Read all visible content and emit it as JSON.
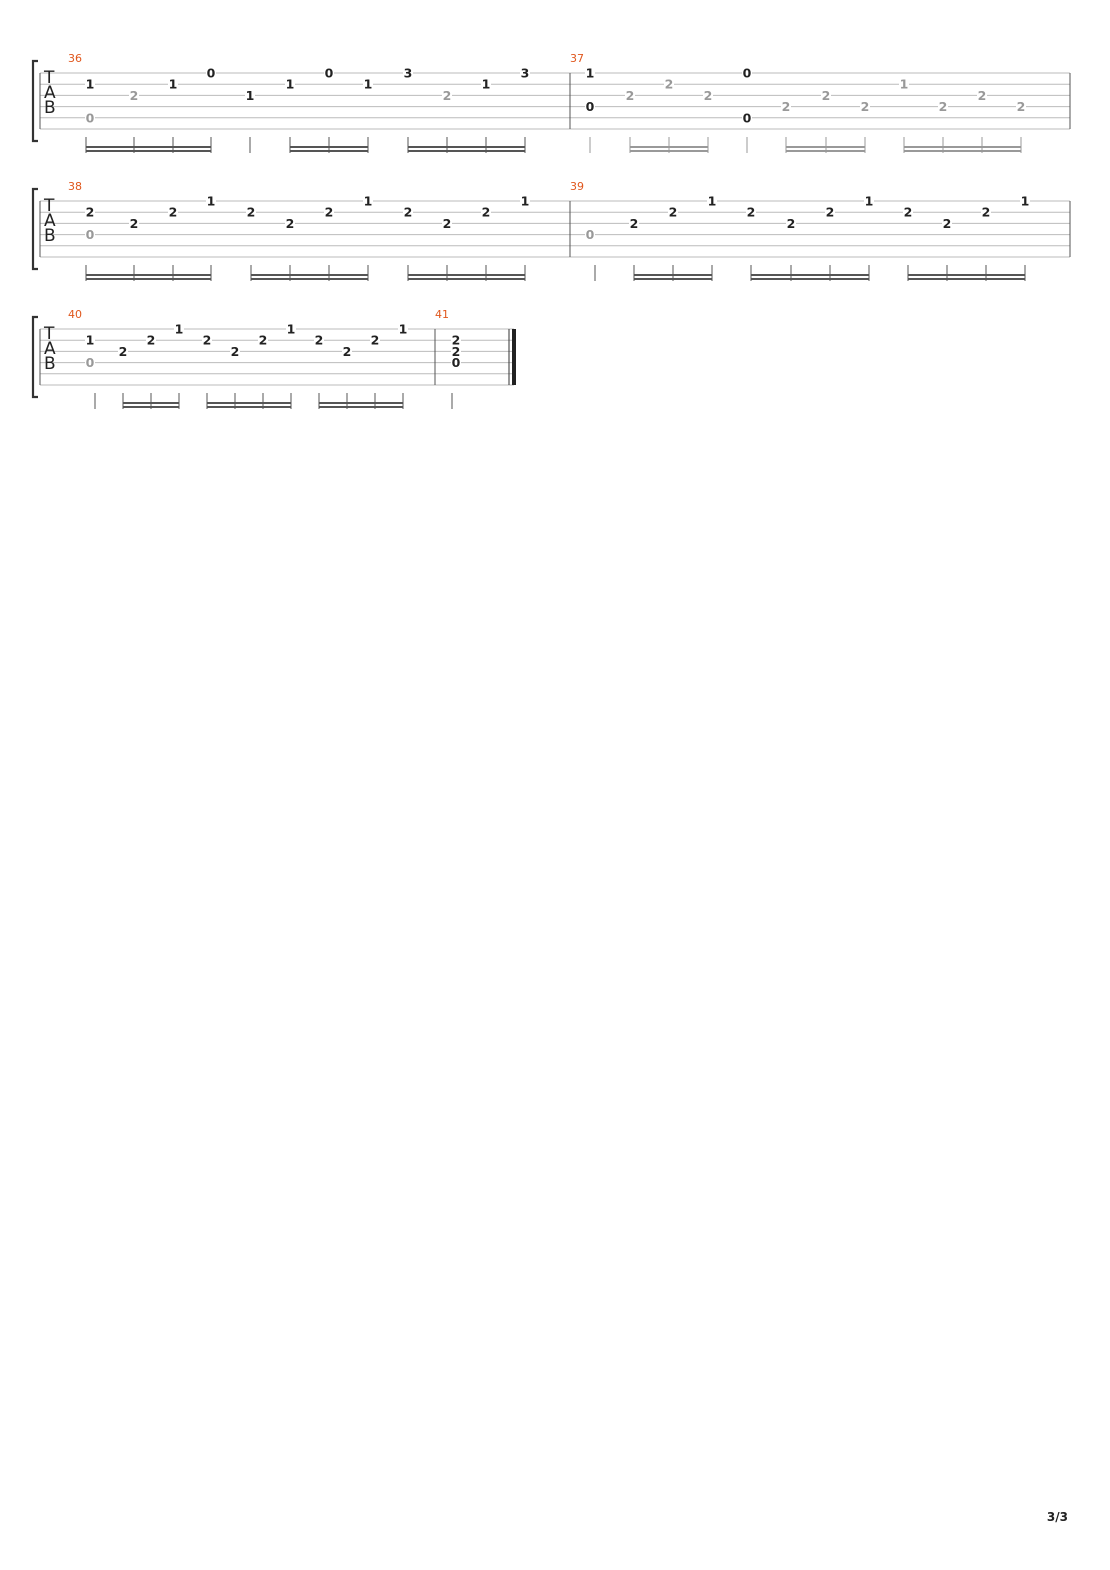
{
  "clef_letters": [
    "T",
    "A",
    "B"
  ],
  "page_number": "3/3",
  "colors": {
    "measure_number": "#e0571d",
    "note": "#222222",
    "ghost": "#999999",
    "staff_line": "#bbbbbb"
  },
  "measures": [
    {
      "number": "36",
      "notes": [
        {
          "fret": "1",
          "string": 2
        },
        {
          "fret": "0",
          "string": 5,
          "ghost": true
        },
        {
          "fret": "2",
          "string": 3,
          "ghost": true
        },
        {
          "fret": "1",
          "string": 2
        },
        {
          "fret": "0",
          "string": 1
        },
        {
          "fret": "1",
          "string": 3
        },
        {
          "fret": "1",
          "string": 2
        },
        {
          "fret": "0",
          "string": 1
        },
        {
          "fret": "1",
          "string": 2
        },
        {
          "fret": "3",
          "string": 1
        },
        {
          "fret": "2",
          "string": 3,
          "ghost": true
        },
        {
          "fret": "1",
          "string": 2
        },
        {
          "fret": "3",
          "string": 1
        }
      ]
    },
    {
      "number": "37",
      "notes": [
        {
          "fret": "1",
          "string": 1
        },
        {
          "fret": "0",
          "string": 4
        },
        {
          "fret": "2",
          "string": 3,
          "ghost": true
        },
        {
          "fret": "2",
          "string": 2,
          "ghost": true
        },
        {
          "fret": "2",
          "string": 3,
          "ghost": true
        },
        {
          "fret": "0",
          "string": 1
        },
        {
          "fret": "0",
          "string": 5
        },
        {
          "fret": "2",
          "string": 4,
          "ghost": true
        },
        {
          "fret": "2",
          "string": 3,
          "ghost": true
        },
        {
          "fret": "2",
          "string": 4,
          "ghost": true
        },
        {
          "fret": "1",
          "string": 2,
          "ghost": true
        },
        {
          "fret": "2",
          "string": 4,
          "ghost": true
        },
        {
          "fret": "2",
          "string": 3,
          "ghost": true
        },
        {
          "fret": "2",
          "string": 4,
          "ghost": true
        }
      ]
    },
    {
      "number": "38",
      "notes": [
        {
          "fret": "2",
          "string": 2
        },
        {
          "fret": "0",
          "string": 4,
          "ghost": true
        },
        {
          "fret": "2",
          "string": 3
        },
        {
          "fret": "2",
          "string": 2
        },
        {
          "fret": "1",
          "string": 1
        },
        {
          "fret": "2",
          "string": 2
        },
        {
          "fret": "2",
          "string": 3
        },
        {
          "fret": "2",
          "string": 2
        },
        {
          "fret": "1",
          "string": 1
        },
        {
          "fret": "2",
          "string": 2
        },
        {
          "fret": "2",
          "string": 3
        },
        {
          "fret": "2",
          "string": 2
        },
        {
          "fret": "1",
          "string": 1
        }
      ]
    },
    {
      "number": "39",
      "notes": [
        {
          "fret": "0",
          "string": 4,
          "ghost": true
        },
        {
          "fret": "2",
          "string": 3
        },
        {
          "fret": "2",
          "string": 2
        },
        {
          "fret": "1",
          "string": 1
        },
        {
          "fret": "2",
          "string": 2
        },
        {
          "fret": "2",
          "string": 3
        },
        {
          "fret": "2",
          "string": 2
        },
        {
          "fret": "1",
          "string": 1
        },
        {
          "fret": "2",
          "string": 2
        },
        {
          "fret": "2",
          "string": 3
        },
        {
          "fret": "2",
          "string": 2
        },
        {
          "fret": "1",
          "string": 1
        }
      ]
    },
    {
      "number": "40",
      "notes": [
        {
          "fret": "1",
          "string": 2
        },
        {
          "fret": "0",
          "string": 4,
          "ghost": true
        },
        {
          "fret": "2",
          "string": 3
        },
        {
          "fret": "2",
          "string": 2
        },
        {
          "fret": "1",
          "string": 1
        },
        {
          "fret": "2",
          "string": 2
        },
        {
          "fret": "2",
          "string": 3
        },
        {
          "fret": "2",
          "string": 2
        },
        {
          "fret": "1",
          "string": 1
        },
        {
          "fret": "2",
          "string": 2
        },
        {
          "fret": "2",
          "string": 3
        },
        {
          "fret": "2",
          "string": 2
        },
        {
          "fret": "1",
          "string": 1
        }
      ]
    },
    {
      "number": "41",
      "notes": [
        {
          "fret": "2",
          "string": 2
        },
        {
          "fret": "2",
          "string": 3
        },
        {
          "fret": "0",
          "string": 4
        }
      ]
    }
  ]
}
